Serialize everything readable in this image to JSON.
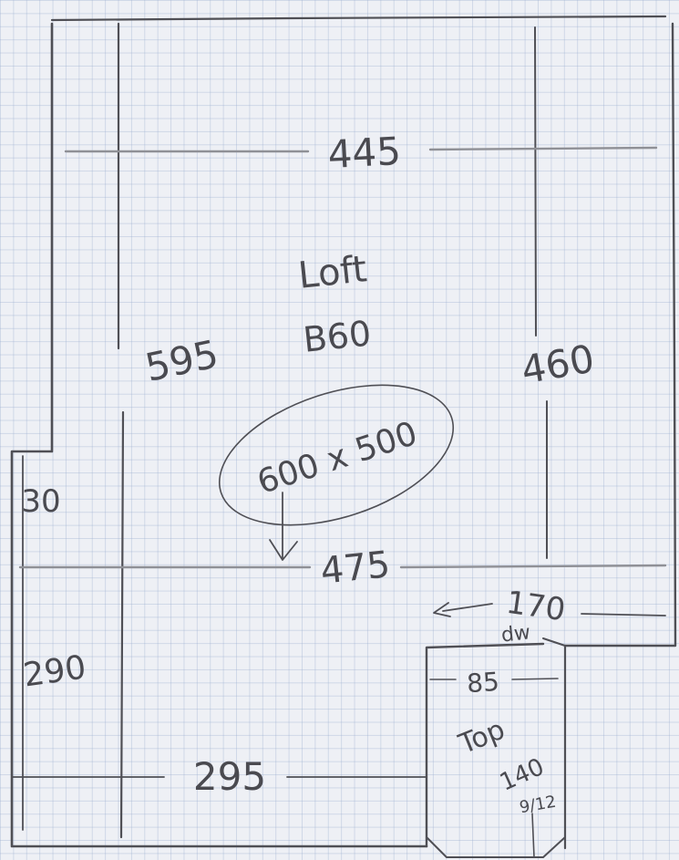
{
  "room": {
    "label_line1": "Loft",
    "label_line2": "B60",
    "window_size": "600 x 500"
  },
  "dimensions": {
    "top_width": "445",
    "left_height": "595",
    "right_height": "460",
    "mid_width": "475",
    "small_height": "30",
    "lower_left_height": "290",
    "bottom_width": "295",
    "step_width": "170"
  },
  "stair": {
    "dw": "dw",
    "width": "85",
    "top": "Top",
    "length": "140",
    "ratio": "9/12"
  }
}
